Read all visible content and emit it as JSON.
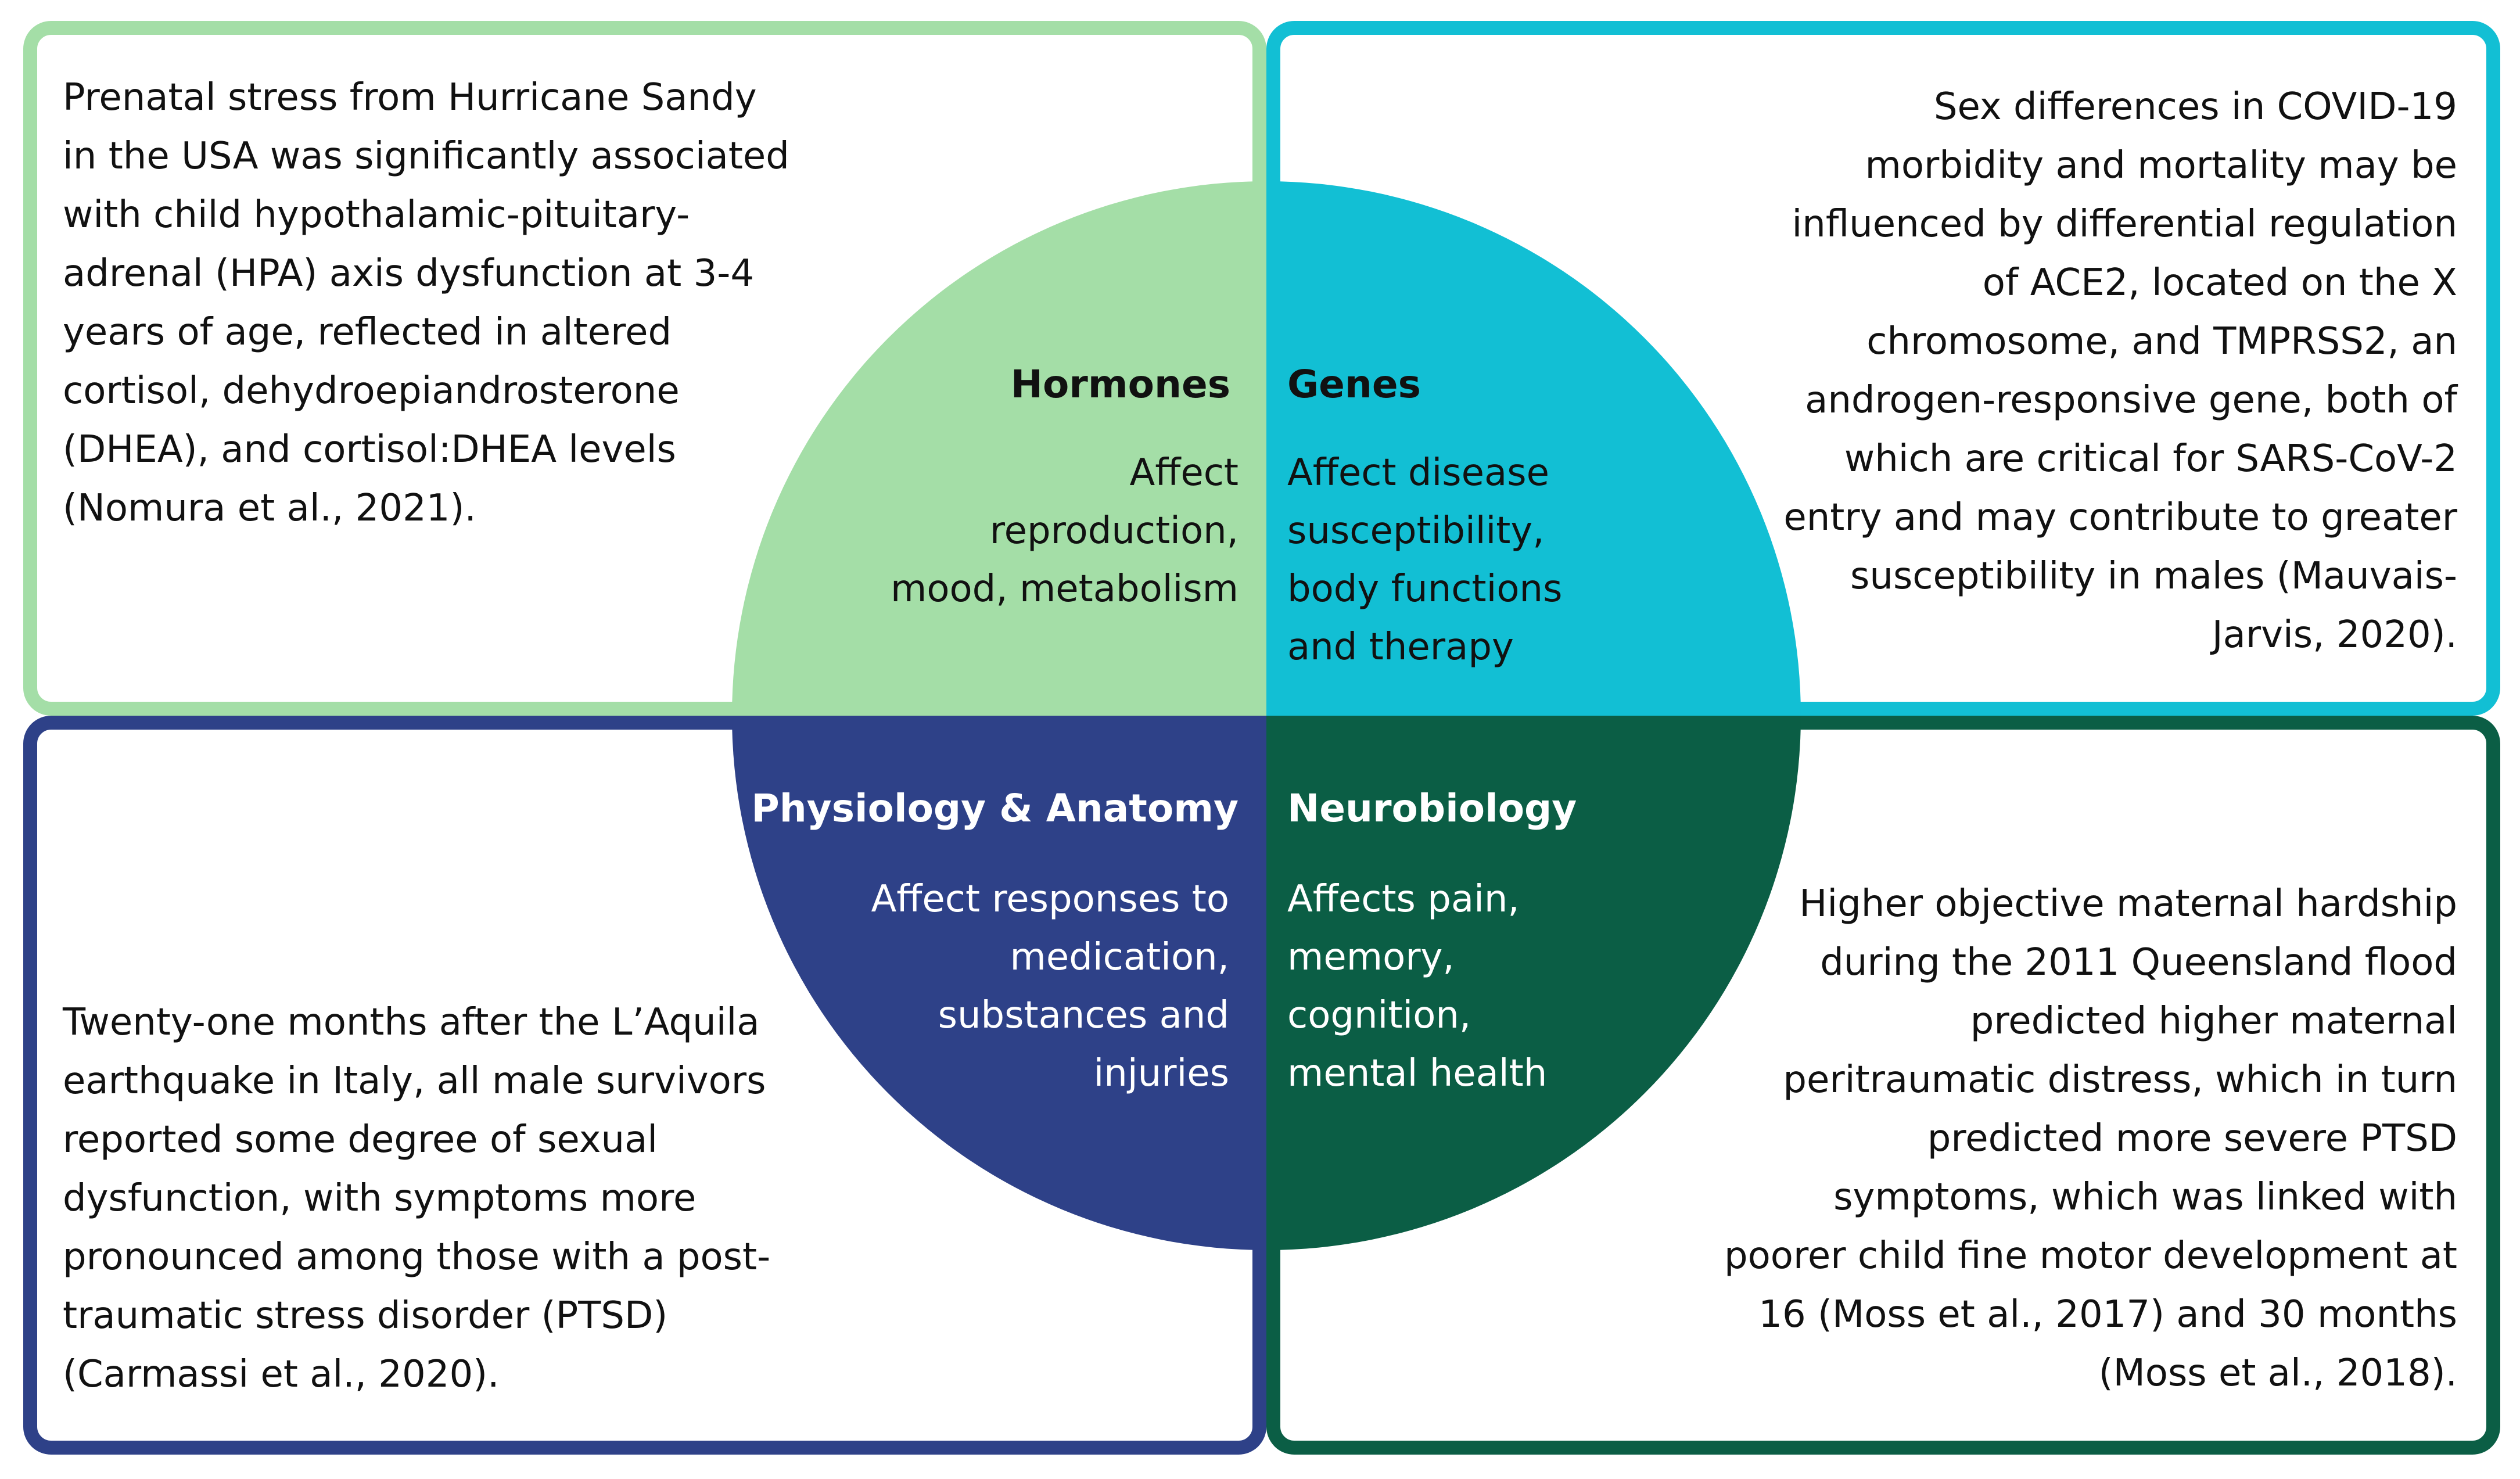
{
  "colors": {
    "hormones": "#a4dea7",
    "genes": "#12bfd4",
    "physiology": "#2e4188",
    "neurobiology": "#0b5e45"
  },
  "factors": {
    "hormones": {
      "title": "Hormones",
      "description": "Affect reproduction, mood, metabolism"
    },
    "genes": {
      "title": "Genes",
      "description": "Affect disease susceptibility, body functions and therapy"
    },
    "physiology": {
      "title": "Physiology & Anatomy",
      "description": "Affect responses to medication, substances and injuries"
    },
    "neurobiology": {
      "title": "Neurobiology",
      "description": "Affects pain, memory, cognition, mental health"
    }
  },
  "examples": {
    "top_left": "Prenatal stress from Hurricane Sandy in the USA was significantly associated with child hypothalamic-pituitary-adrenal (HPA) axis dysfunction at 3-4 years of age, reflected in altered cortisol, dehydroepiandrosterone (DHEA), and cortisol:DHEA levels (Nomura et al., 2021).",
    "top_right": "Sex differences in COVID-19 morbidity and mortality may be influenced by differential regulation of ACE2, located on the X chromosome, and TMPRSS2, an androgen-responsive gene, both of which are critical for SARS-CoV-2 entry and may contribute to greater susceptibility in males (Mauvais-Jarvis, 2020).",
    "bottom_left": "Twenty-one months after the L’Aquila earthquake in Italy, all male survivors reported some degree of sexual dysfunction, with symptoms more pronounced among those with a post-traumatic stress disorder (PTSD) (Carmassi et al., 2020).",
    "bottom_right": "Higher objective maternal hardship during the 2011 Queensland flood predicted higher maternal peritraumatic distress, which in turn predicted more severe PTSD symptoms, which was linked with poorer child fine motor development at 16 (Moss et al., 2017) and 30 months (Moss et al., 2018)."
  }
}
